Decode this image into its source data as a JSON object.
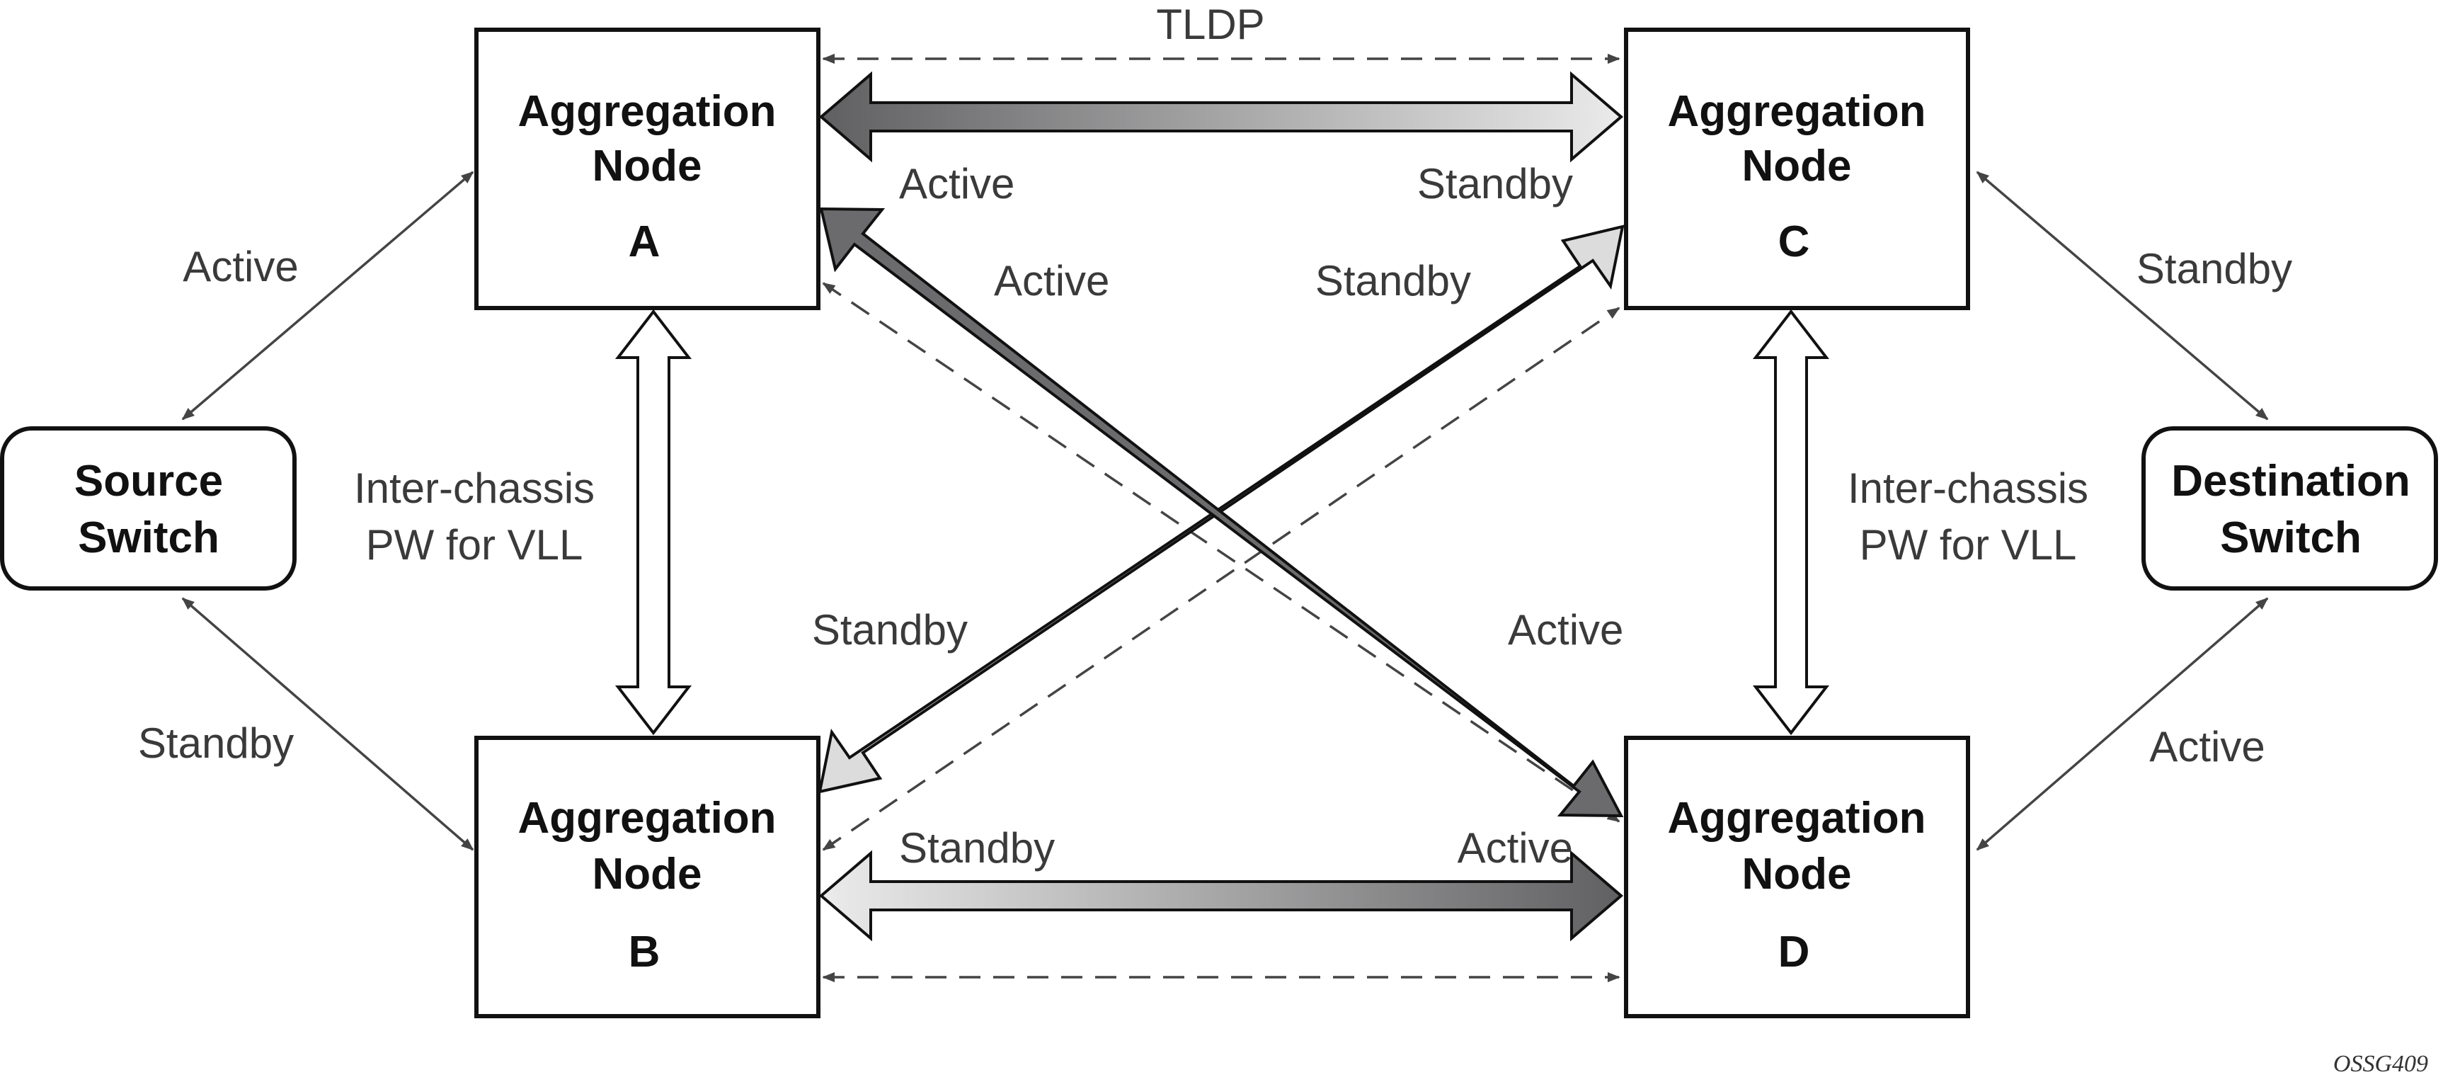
{
  "nodes": {
    "a": {
      "line1": "Aggregation",
      "line2": "Node",
      "letter": "A"
    },
    "b": {
      "line1": "Aggregation",
      "line2": "Node",
      "letter": "B"
    },
    "c": {
      "line1": "Aggregation",
      "line2": "Node",
      "letter": "C"
    },
    "d": {
      "line1": "Aggregation",
      "line2": "Node",
      "letter": "D"
    }
  },
  "switches": {
    "source": {
      "line1": "Source",
      "line2": "Switch"
    },
    "destination": {
      "line1": "Destination",
      "line2": "Switch"
    }
  },
  "labels": {
    "tldp": "TLDP",
    "ac_a_state": "Active",
    "ac_c_state": "Standby",
    "ad_state": "Active",
    "ad_d_state": "Active",
    "bc_c_state": "Standby",
    "bc_b_state": "Standby",
    "bd_b_state": "Standby",
    "bd_d_state": "Active",
    "source_a": "Active",
    "source_b": "Standby",
    "dest_c": "Standby",
    "dest_d": "Active",
    "interchassis_left_1": "Inter-chassis",
    "interchassis_left_2": "PW for VLL",
    "interchassis_right_1": "Inter-chassis",
    "interchassis_right_2": "PW for VLL"
  },
  "figure_id": "OSSG409",
  "colors": {
    "active_dark": "#6b6b6d",
    "standby_light": "#dcdcdc",
    "line": "#444444",
    "box_border": "#111111"
  }
}
